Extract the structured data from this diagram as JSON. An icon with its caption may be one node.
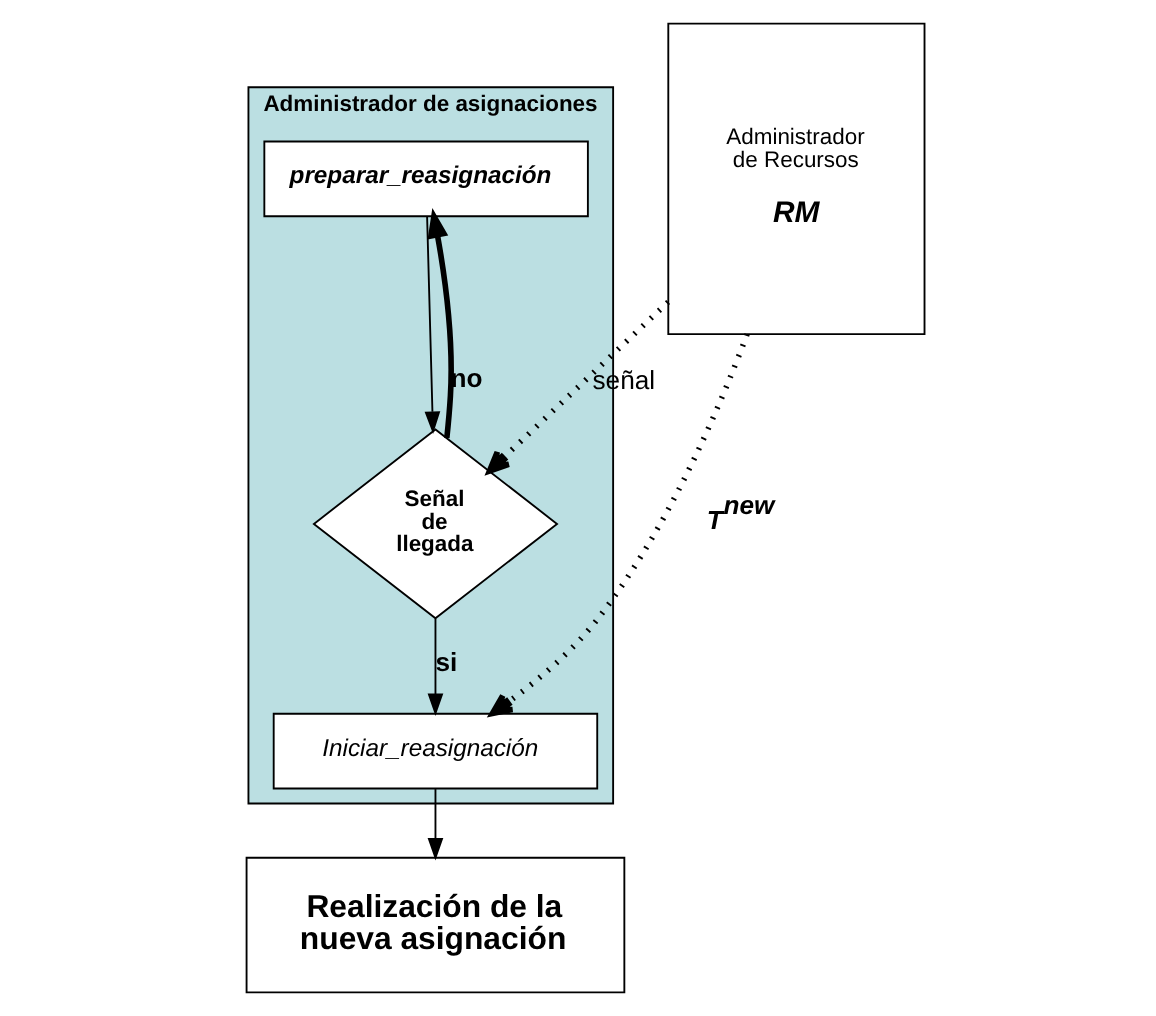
{
  "diagram": {
    "nodes": [
      {
        "text": [
          "Administrador de asignaciones"
        ]
      },
      {
        "text": [
          "preparar_reasignación"
        ],
        "in": 0
      },
      {
        "text": [
          "Señal de llegada"
        ],
        "in": 0
      },
      {
        "text": [
          "Iniciar_reasignación"
        ],
        "in": 0
      },
      {
        "text": [
          "Realización de la nueva asignación"
        ]
      },
      {
        "text": [
          "Administrador de Recursos",
          "RM"
        ]
      }
    ],
    "edges": [
      {
        "from": 1,
        "to": 2,
        "arrow": "to"
      },
      {
        "from": 2,
        "to": 1,
        "arrow": "to",
        "label": "no",
        "style": "thick"
      },
      {
        "from": 2,
        "to": 3,
        "arrow": "to",
        "label": "si"
      },
      {
        "from": 5,
        "to": 2,
        "arrow": "to",
        "label": "señal",
        "style": "dashed"
      },
      {
        "from": 5,
        "to": 3,
        "arrow": "to",
        "label": "T$^{new}$",
        "style": "dashed"
      },
      {
        "from": 3,
        "to": 4,
        "arrow": "to"
      }
    ]
  }
}
